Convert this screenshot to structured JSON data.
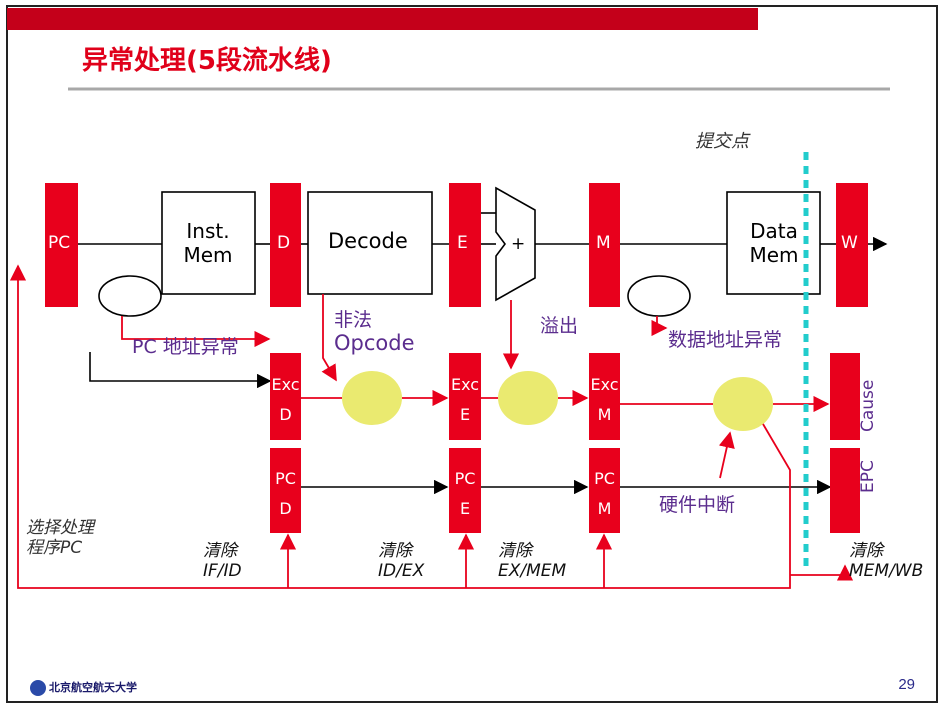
{
  "title": "异常处理(5段流水线)",
  "page_number": "29",
  "logo_text": "北京航空航天大学",
  "colors": {
    "accent_red": "#e8001c",
    "diagram_purple": "#5b2d8e",
    "dash_cyan": "#22cccc",
    "stage_yellow": "#eaea70"
  },
  "registers": {
    "pc": "PC",
    "d": "D",
    "e": "E",
    "m": "M",
    "w": "W"
  },
  "units": {
    "inst_mem": [
      "Inst.",
      "Mem"
    ],
    "decode": "Decode",
    "alu_plus": "+",
    "data_mem": [
      "Data",
      "Mem"
    ]
  },
  "exception_regs": {
    "exc_d": [
      "Exc",
      "D"
    ],
    "exc_e": [
      "Exc",
      "E"
    ],
    "exc_m": [
      "Exc",
      "M"
    ],
    "pc_d": [
      "PC",
      "D"
    ],
    "pc_e": [
      "PC",
      "E"
    ],
    "pc_m": [
      "PC",
      "M"
    ],
    "cause": "Cause",
    "epc": "EPC"
  },
  "labels": {
    "commit_point": "提交点",
    "pc_addr_exc": "PC 地址异常",
    "illegal": "非法",
    "opcode": "Opcode",
    "overflow": "溢出",
    "data_addr_exc": "数据地址异常",
    "hw_interrupt": "硬件中断",
    "select_handler": [
      "选择处理",
      "程序PC"
    ],
    "flush_ifid": [
      "清除",
      "IF/ID"
    ],
    "flush_idex": [
      "清除",
      "ID/EX"
    ],
    "flush_exmem": [
      "清除",
      "EX/MEM"
    ],
    "flush_memwb": [
      "清除",
      "MEM/WB"
    ]
  }
}
